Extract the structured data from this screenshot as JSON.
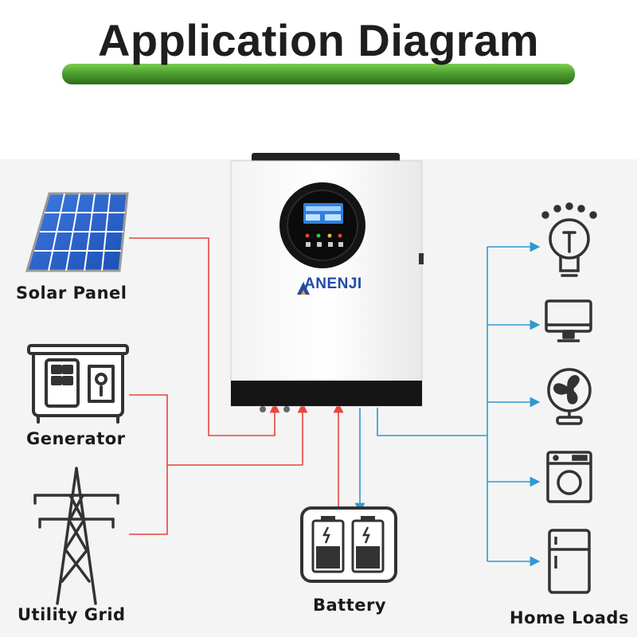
{
  "header": {
    "title": "Application Diagram"
  },
  "inverter": {
    "brand": "ANENJI"
  },
  "sources": {
    "solar": "Solar Panel",
    "generator": "Generator",
    "grid": "Utility Grid"
  },
  "storage": {
    "battery": "Battery"
  },
  "loads": {
    "title": "Home Loads",
    "items": [
      "light-bulb",
      "monitor",
      "fan",
      "washing-machine",
      "refrigerator"
    ]
  },
  "colors": {
    "input_line": "#e8453c",
    "output_line": "#2e9ad0",
    "title_bar": "#4a9a2f",
    "icon_stroke": "#333333"
  }
}
